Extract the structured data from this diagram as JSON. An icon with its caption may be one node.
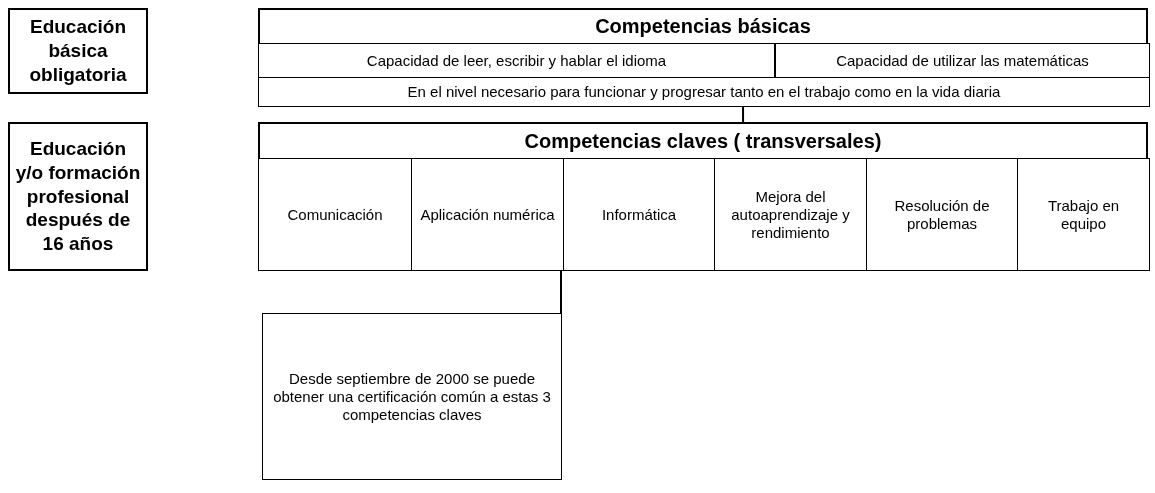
{
  "diagram": {
    "nodes": [
      {
        "text": [
          "Educación básica obligatoria"
        ]
      },
      {
        "text": [
          "Competencias básicas"
        ]
      },
      {
        "text": [
          "Capacidad de leer, escribir y hablar el idioma"
        ],
        "in": 1
      },
      {
        "text": [
          "Capacidad de utilizar las matemáticas"
        ],
        "in": 1
      },
      {
        "text": [
          "En el nivel necesario para funcionar y progresar tanto en el trabajo como en la vida diaria"
        ],
        "in": 1
      },
      {
        "text": [
          "Educación y/o formación profesional después de 16 años"
        ]
      },
      {
        "text": [
          "Competencias claves ( transversales)"
        ]
      },
      {
        "text": [
          "Comunicación"
        ],
        "in": 6
      },
      {
        "text": [
          "Aplicación numérica"
        ],
        "in": 6
      },
      {
        "text": [
          "Informática"
        ],
        "in": 6
      },
      {
        "text": [
          "Mejora del autoaprendizaje y rendimiento"
        ],
        "in": 6
      },
      {
        "text": [
          "Resolución de problemas"
        ],
        "in": 6
      },
      {
        "text": [
          "Trabajo en equipo"
        ],
        "in": 6
      },
      {
        "text": [
          "Desde septiembre de 2000 se puede obtener una certificación común a estas 3 competencias claves"
        ]
      }
    ],
    "edges": [
      {
        "from": 1,
        "to": 6,
        "arrow": "none"
      },
      {
        "from": 6,
        "to": 13,
        "arrow": "none"
      }
    ]
  }
}
